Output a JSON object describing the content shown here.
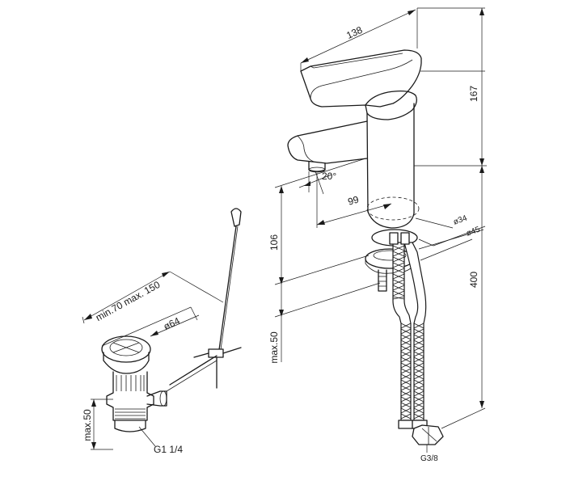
{
  "dimensions": {
    "width_total": "138",
    "height_upper": "167",
    "spout_angle": "20°",
    "spout_reach": "99",
    "height_body": "106",
    "diameter_34": "ø34",
    "diameter_45": "ø45",
    "hose_length": "400",
    "max_thickness": "max.50",
    "hose_thread": "G3/8"
  },
  "waste": {
    "range_label": "min.70 max. 150",
    "diameter_label": "ø64",
    "max_height": "max.50",
    "thread_label": "G1 1/4"
  }
}
